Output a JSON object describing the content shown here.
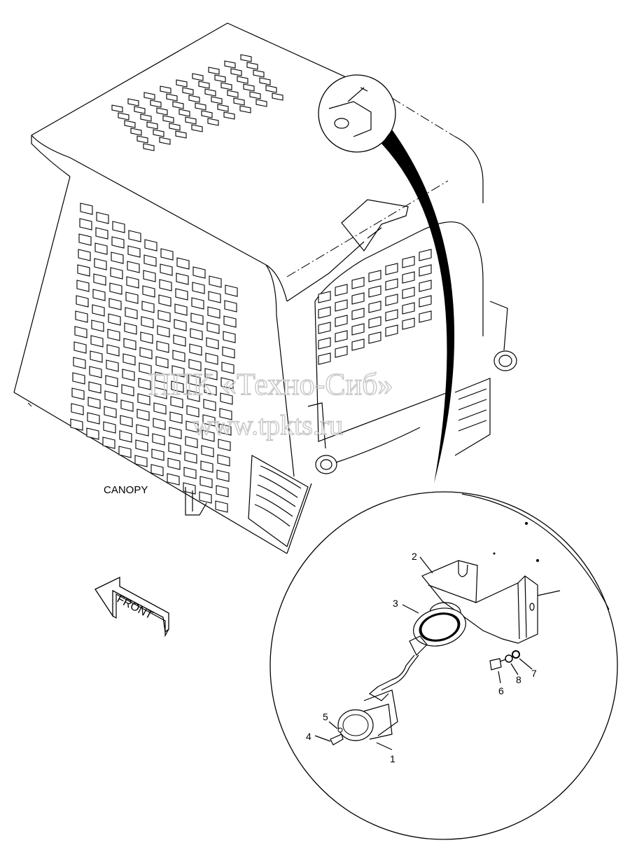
{
  "drawing": {
    "canopy_label": "CANOPY",
    "front_label": "FRONT",
    "callouts": [
      "1",
      "2",
      "3",
      "4",
      "5",
      "6",
      "7",
      "8"
    ],
    "watermark_line1": "ППК «Техно-Сиб»",
    "watermark_line2": "www.tpkts.ru"
  }
}
